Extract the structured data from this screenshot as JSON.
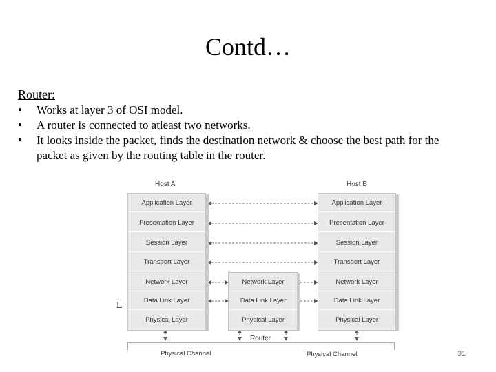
{
  "title": "Contd…",
  "section_heading": "Router:",
  "bullets": [
    "Works at layer 3 of OSI model.",
    "A router is connected to atleast two networks.",
    "It looks inside the packet, finds the destination network & choose the best path for the packet as given by the routing table in the router."
  ],
  "bullet_symbol": "•",
  "diagram": {
    "host_a": "Host A",
    "host_b": "Host B",
    "host_a_layers": [
      "Application Layer",
      "Presentation Layer",
      "Session Layer",
      "Transport Layer",
      "Network Layer",
      "Data Link Layer",
      "Physical Layer"
    ],
    "router_layers": [
      "Network Layer",
      "Data Link Layer",
      "Physical Layer"
    ],
    "host_b_layers": [
      "Application Layer",
      "Presentation Layer",
      "Session Layer",
      "Transport Layer",
      "Network Layer",
      "Data Link Layer",
      "Physical Layer"
    ],
    "router_label": "Router",
    "channel_label_left": "Physical Channel",
    "channel_label_right": "Physical Channel"
  },
  "stray_letter": "L",
  "page_number": "31"
}
